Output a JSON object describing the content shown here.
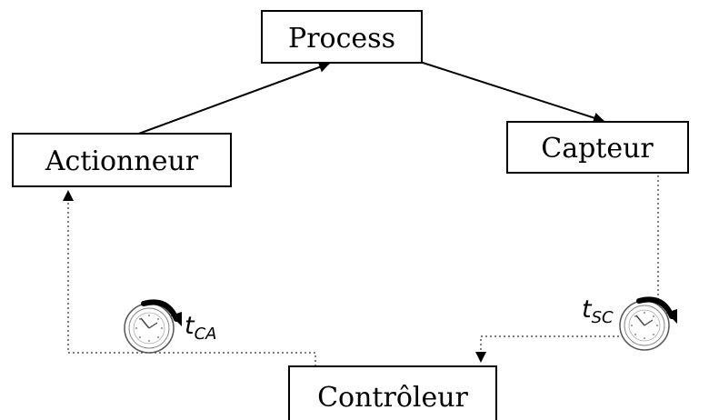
{
  "nodes": {
    "process": "Process",
    "actionneur": "Actionneur",
    "capteur": "Capteur",
    "controleur": "Contrôleur"
  },
  "delays": {
    "controller_to_actuator": {
      "main": "t",
      "sub": "CA"
    },
    "sensor_to_controller": {
      "main": "t",
      "sub": "SC"
    }
  }
}
